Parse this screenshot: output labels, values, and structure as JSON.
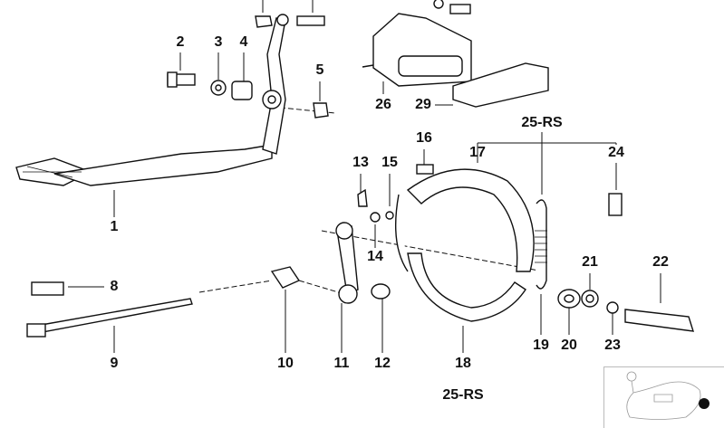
{
  "diagram": {
    "labels": {
      "p1": "1",
      "p2": "2",
      "p3": "3",
      "p4": "4",
      "p5": "5",
      "p8": "8",
      "p9": "9",
      "p10": "10",
      "p11": "11",
      "p12": "12",
      "p13": "13",
      "p14": "14",
      "p15": "15",
      "p16": "16",
      "p17": "17",
      "p18": "18",
      "p19": "19",
      "p20": "20",
      "p21": "21",
      "p22": "22",
      "p23": "23",
      "p24": "24",
      "p26": "26",
      "p29": "29",
      "p25a": "25-RS",
      "p25b": "25-RS"
    },
    "colors": {
      "line": "#111111",
      "background": "#ffffff"
    }
  }
}
